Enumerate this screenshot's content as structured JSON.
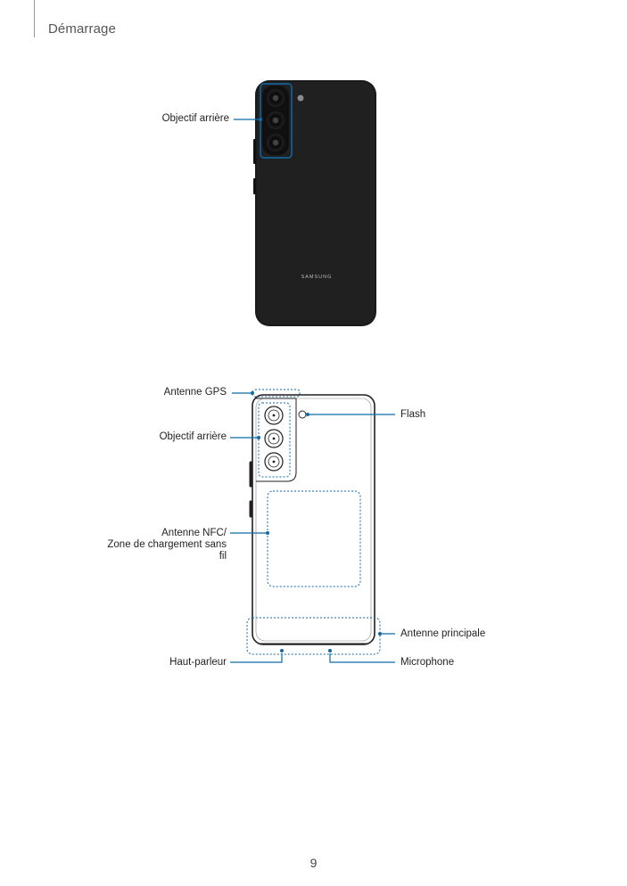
{
  "header": {
    "section": "Démarrage"
  },
  "figure_top": {
    "labels": {
      "rear_camera": "Objectif arrière"
    },
    "brand": "SAMSUNG"
  },
  "figure_bottom": {
    "labels": {
      "gps_antenna": "Antenne GPS",
      "rear_camera": "Objectif arrière",
      "nfc_line1": "Antenne NFC/",
      "nfc_line2": "Zone de chargement sans",
      "nfc_line3": "fil",
      "speaker": "Haut-parleur",
      "flash": "Flash",
      "main_antenna": "Antenne principale",
      "microphone": "Microphone"
    }
  },
  "colors": {
    "callout": "#0f6aa8",
    "phone_body": "#1c1c1c"
  },
  "footer": {
    "page_number": "9"
  }
}
